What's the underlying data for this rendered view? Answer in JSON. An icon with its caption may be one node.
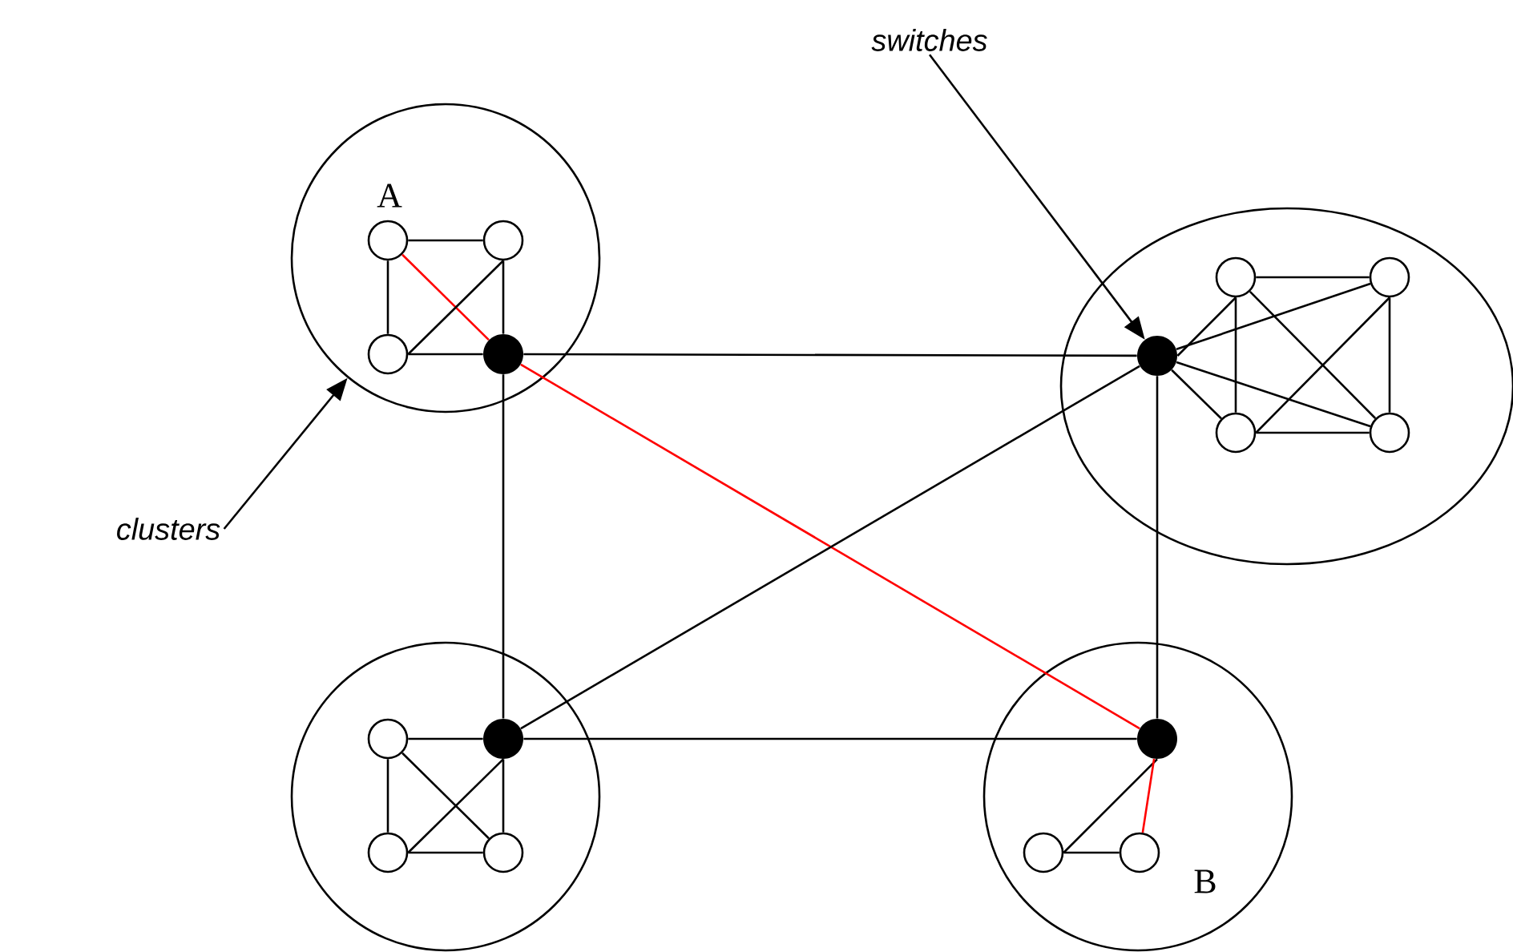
{
  "diagram": {
    "nodes": [
      {
        "text": [
          "clusters"
        ]
      },
      {
        "text": [
          "switches"
        ]
      },
      {
        "text": [],
        "shape": "circle"
      },
      {
        "text": [],
        "shape": "circle",
        "in": 2
      },
      {
        "text": [],
        "shape": "circle",
        "in": 2
      },
      {
        "text": [],
        "shape": "circle",
        "in": 2
      },
      {
        "text": [],
        "shape": "dot",
        "in": 2
      },
      {
        "text": [],
        "shape": "ellipse"
      },
      {
        "text": [],
        "shape": "dot",
        "in": 7
      },
      {
        "text": [],
        "shape": "circle",
        "in": 7
      },
      {
        "text": [],
        "shape": "circle",
        "in": 7
      },
      {
        "text": [],
        "shape": "circle",
        "in": 7
      },
      {
        "text": [],
        "shape": "circle",
        "in": 7
      },
      {
        "text": [],
        "shape": "circle"
      },
      {
        "text": [],
        "shape": "circle",
        "in": 13
      },
      {
        "text": [],
        "shape": "dot",
        "in": 13
      },
      {
        "text": [],
        "shape": "circle",
        "in": 13
      },
      {
        "text": [],
        "shape": "circle",
        "in": 13
      },
      {
        "text": [],
        "shape": "circle"
      },
      {
        "text": [],
        "shape": "dot",
        "in": 18
      },
      {
        "text": [],
        "shape": "circle",
        "in": 18
      },
      {
        "text": [],
        "shape": "circle",
        "in": 18
      }
    ],
    "edges": [
      {
        "from": 0,
        "to": 2,
        "arrow": "to"
      },
      {
        "from": 1,
        "to": 8,
        "arrow": "to"
      },
      {
        "from": 3,
        "to": 4,
        "arrow": "none"
      },
      {
        "from": 4,
        "to": 6,
        "arrow": "none"
      },
      {
        "from": 6,
        "to": 5,
        "arrow": "none"
      },
      {
        "from": 5,
        "to": 3,
        "arrow": "none"
      },
      {
        "from": 3,
        "to": 6,
        "arrow": "none",
        "color": "#ff0000"
      },
      {
        "from": 4,
        "to": 5,
        "arrow": "none"
      },
      {
        "from": 8,
        "to": 9,
        "arrow": "none"
      },
      {
        "from": 8,
        "to": 10,
        "arrow": "none"
      },
      {
        "from": 8,
        "to": 11,
        "arrow": "none"
      },
      {
        "from": 8,
        "to": 12,
        "arrow": "none"
      },
      {
        "from": 9,
        "to": 10,
        "arrow": "none"
      },
      {
        "from": 10,
        "to": 12,
        "arrow": "none"
      },
      {
        "from": 12,
        "to": 11,
        "arrow": "none"
      },
      {
        "from": 11,
        "to": 9,
        "arrow": "none"
      },
      {
        "from": 9,
        "to": 12,
        "arrow": "none"
      },
      {
        "from": 10,
        "to": 11,
        "arrow": "none"
      },
      {
        "from": 14,
        "to": 15,
        "arrow": "none"
      },
      {
        "from": 15,
        "to": 17,
        "arrow": "none"
      },
      {
        "from": 17,
        "to": 16,
        "arrow": "none"
      },
      {
        "from": 16,
        "to": 14,
        "arrow": "none"
      },
      {
        "from": 14,
        "to": 17,
        "arrow": "none"
      },
      {
        "from": 15,
        "to": 16,
        "arrow": "none"
      },
      {
        "from": 19,
        "to": 20,
        "arrow": "none"
      },
      {
        "from": 20,
        "to": 21,
        "arrow": "none"
      },
      {
        "from": 21,
        "to": 19,
        "arrow": "none",
        "color": "#ff0000"
      },
      {
        "from": 6,
        "to": 8,
        "arrow": "none"
      },
      {
        "from": 8,
        "to": 19,
        "arrow": "none"
      },
      {
        "from": 19,
        "to": 15,
        "arrow": "none"
      },
      {
        "from": 15,
        "to": 6,
        "arrow": "none"
      },
      {
        "from": 6,
        "to": 19,
        "arrow": "none",
        "color": "#ff0000"
      },
      {
        "from": 15,
        "to": 8,
        "arrow": "none"
      }
    ],
    "labels": [
      "A",
      "B"
    ]
  }
}
